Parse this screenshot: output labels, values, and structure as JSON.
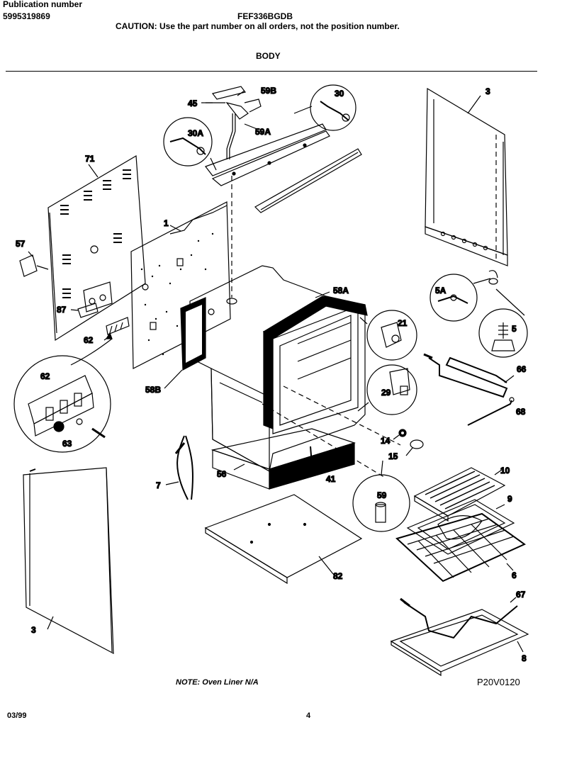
{
  "header": {
    "publication_label": "Publication number",
    "publication_number": "5995319869",
    "model": "FEF336BGDB",
    "caution": "CAUTION:  Use the part number on all orders, not the position number.",
    "section": "BODY"
  },
  "callouts": {
    "p3_top": "3",
    "p45": "45",
    "p59B": "59B",
    "p30": "30",
    "p30A": "30A",
    "p59A": "59A",
    "p71": "71",
    "p1": "1",
    "p57": "57",
    "p87": "87",
    "p62": "62",
    "p58A": "58A",
    "p5A": "5A",
    "p5": "5",
    "p21": "21",
    "p66": "66",
    "p29": "29",
    "p68": "68",
    "p58B": "58B",
    "p62b": "62",
    "p63": "63",
    "p14": "14",
    "p15": "15",
    "p7": "7",
    "p56": "56",
    "p41": "41",
    "p10": "10",
    "p59": "59",
    "p9": "9",
    "p82": "82",
    "p6": "6",
    "p67": "67",
    "p8": "8",
    "p3_bottom": "3"
  },
  "footer": {
    "note": "NOTE:  Oven Liner N/A",
    "figure_code": "P20V0120",
    "date": "03/99",
    "page": "4"
  }
}
